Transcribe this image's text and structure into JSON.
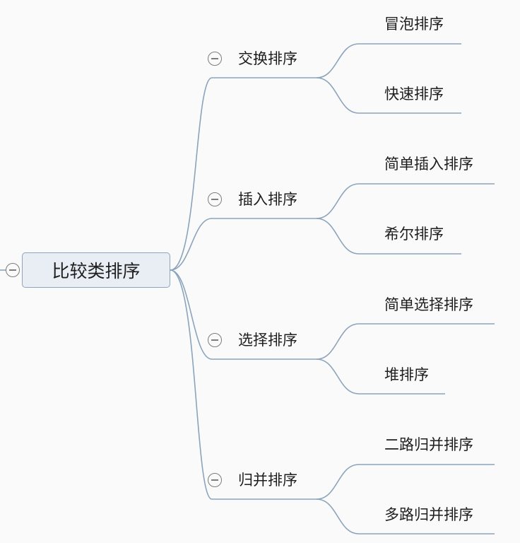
{
  "root": {
    "label": "比较类排序"
  },
  "branches": [
    {
      "label": "交换排序",
      "children": [
        "冒泡排序",
        "快速排序"
      ]
    },
    {
      "label": "插入排序",
      "children": [
        "简单插入排序",
        "希尔排序"
      ]
    },
    {
      "label": "选择排序",
      "children": [
        "简单选择排序",
        "堆排序"
      ]
    },
    {
      "label": "归并排序",
      "children": [
        "二路归并排序",
        "多路归并排序"
      ]
    }
  ],
  "colors": {
    "connector": "#8ba3bb",
    "root_fill": "#e9eef5",
    "root_border": "#8fa5bb",
    "text": "#1e1e1e",
    "background": "#fafafa"
  }
}
